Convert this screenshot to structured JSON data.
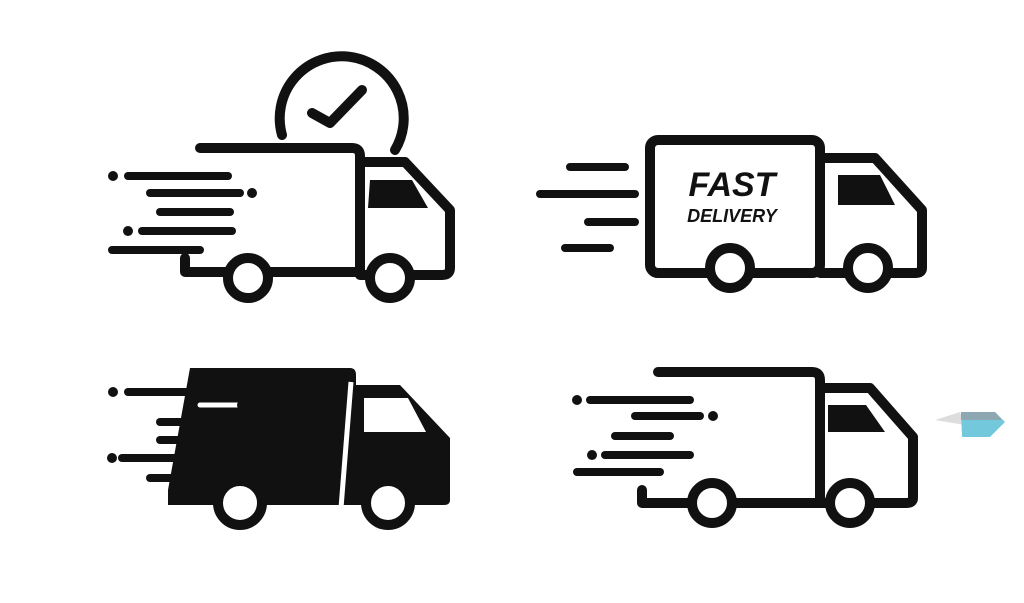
{
  "icons": [
    {
      "name": "delivery-truck-with-clock-check"
    },
    {
      "name": "fast-delivery-truck",
      "label_line1": "FAST",
      "label_line2": "DELIVERY"
    },
    {
      "name": "filled-delivery-truck"
    },
    {
      "name": "outline-delivery-truck"
    }
  ],
  "colors": {
    "ink": "#111111",
    "background": "#ffffff",
    "accent": "#5bbfd6"
  }
}
